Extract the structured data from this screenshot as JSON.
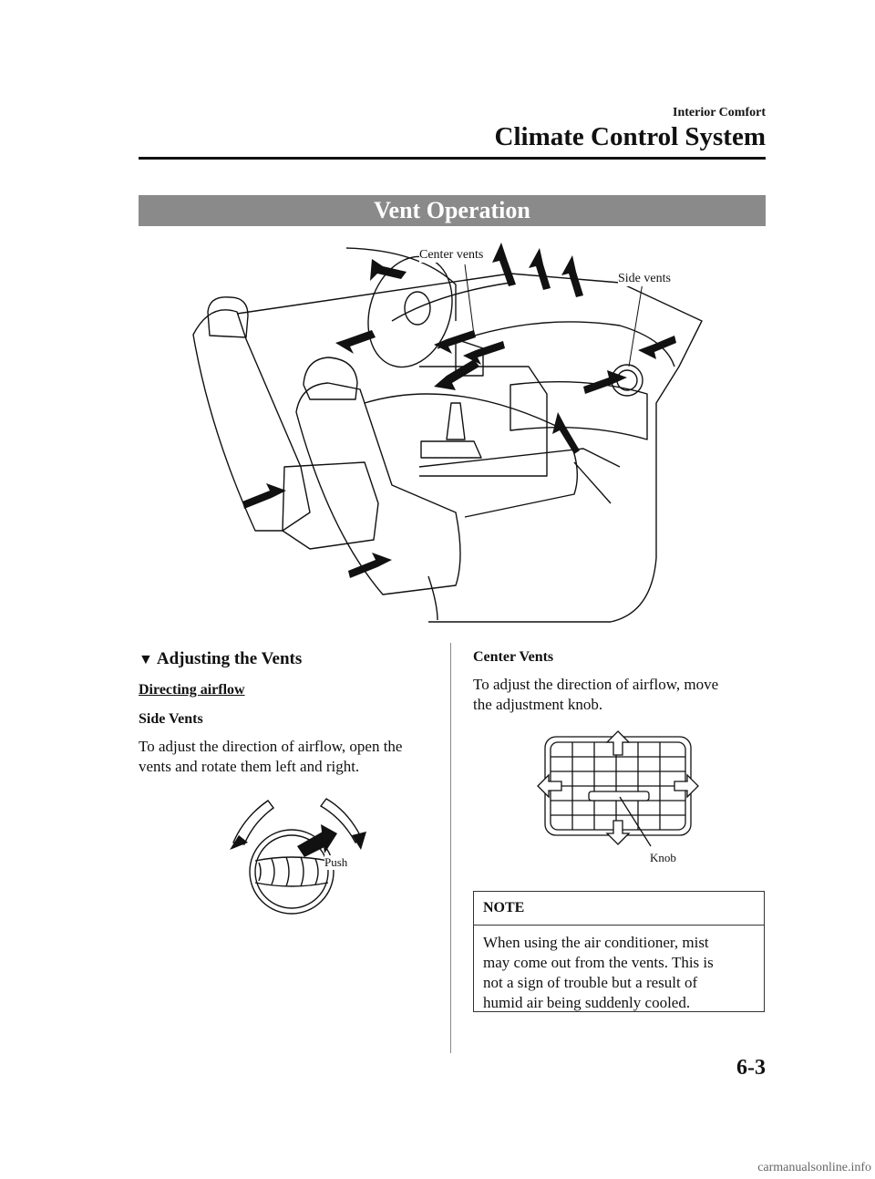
{
  "header": {
    "section": "Interior Comfort",
    "chapter": "Climate Control System"
  },
  "banner": "Vent Operation",
  "figure_main": {
    "label_center": "Center vents",
    "label_side": "Side vents"
  },
  "adjusting": {
    "heading": "Adjusting the Vents",
    "topic": "Directing airflow",
    "side_heading": "Side Vents",
    "side_text_1": "To adjust the direction of airflow, open the",
    "side_text_2": "vents and rotate them left and right.",
    "side_figure_label": "Push",
    "center_heading": "Center Vents",
    "center_text_1": "To adjust the direction of airflow, move",
    "center_text_2": "the adjustment knob.",
    "center_figure_label": "Knob"
  },
  "note": {
    "title": "NOTE",
    "lines": [
      "When using the air conditioner, mist",
      "may come out from the vents. This is",
      "not a sign of trouble but a result of",
      "humid air being suddenly cooled."
    ]
  },
  "page_number": "6-3",
  "watermark": "carmanualsonline.info"
}
